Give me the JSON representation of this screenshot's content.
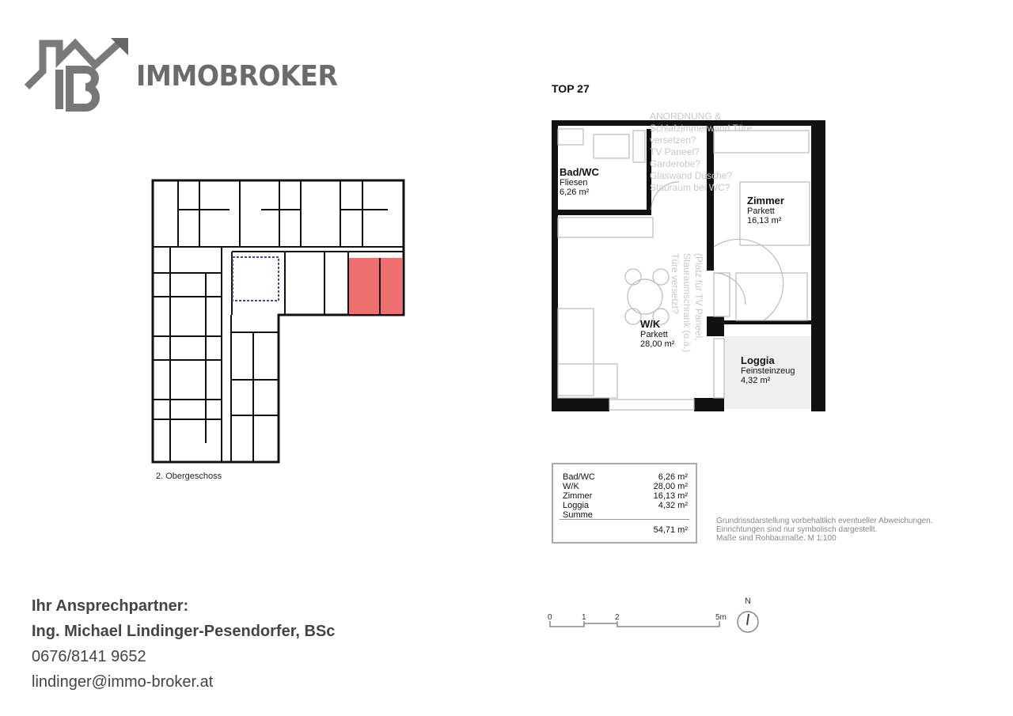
{
  "brand": {
    "name": "IMMOBROKER",
    "logo_letters": "IB",
    "color": "#6b6b6b"
  },
  "unit": {
    "title": "TOP 27",
    "highlight_color": "#f07070"
  },
  "building": {
    "floor_label": "2. Obergeschoss"
  },
  "rooms": {
    "bad": {
      "name": "Bad/WC",
      "floor": "Fliesen",
      "area": "6,26 m²"
    },
    "zimmer": {
      "name": "Zimmer",
      "floor": "Parkett",
      "area": "16,13 m²"
    },
    "wk": {
      "name": "W/K",
      "floor": "Parkett",
      "area": "28,00 m²"
    },
    "loggia": {
      "name": "Loggia",
      "floor": "Feinsteinzeug",
      "area": "4,32 m²"
    }
  },
  "notes": {
    "top_lines": [
      "ANORDNUNG &",
      "Schlafzimmerwand Türe",
      "versetzen?",
      "TV Paneel?",
      "Garderobe?",
      "Glaswand Dusche?",
      "Stauraum bei WC?"
    ],
    "vertical_lines": [
      "(Platz für TV Paneel,",
      "Stauraumschrank (o.ä.)",
      "Türe versetzt?"
    ]
  },
  "area_table": {
    "rows": [
      {
        "label": "Bad/WC",
        "value": "6,26 m²"
      },
      {
        "label": "W/K",
        "value": "28,00 m²"
      },
      {
        "label": "Zimmer",
        "value": "16,13 m²"
      },
      {
        "label": "Loggia",
        "value": "4,32 m²"
      },
      {
        "label": "Summe",
        "value": ""
      }
    ],
    "total": "54,71 m²"
  },
  "disclaimer": [
    "Grundrissdarstellung vorbehaltlich eventueller Abweichungen.",
    "Einrichtungen sind nur symbolisch dargestellt.",
    "Maße sind Rohbaumaße. M 1:100"
  ],
  "scale_bar": {
    "ticks": [
      "0",
      "1",
      "2",
      "5m"
    ]
  },
  "north": {
    "label": "N"
  },
  "contact": {
    "heading": "Ihr Ansprechpartner:",
    "name": "Ing. Michael Lindinger-Pesendorfer, BSc",
    "phone": "0676/8141 9652",
    "email": "lindinger@immo-broker.at"
  }
}
